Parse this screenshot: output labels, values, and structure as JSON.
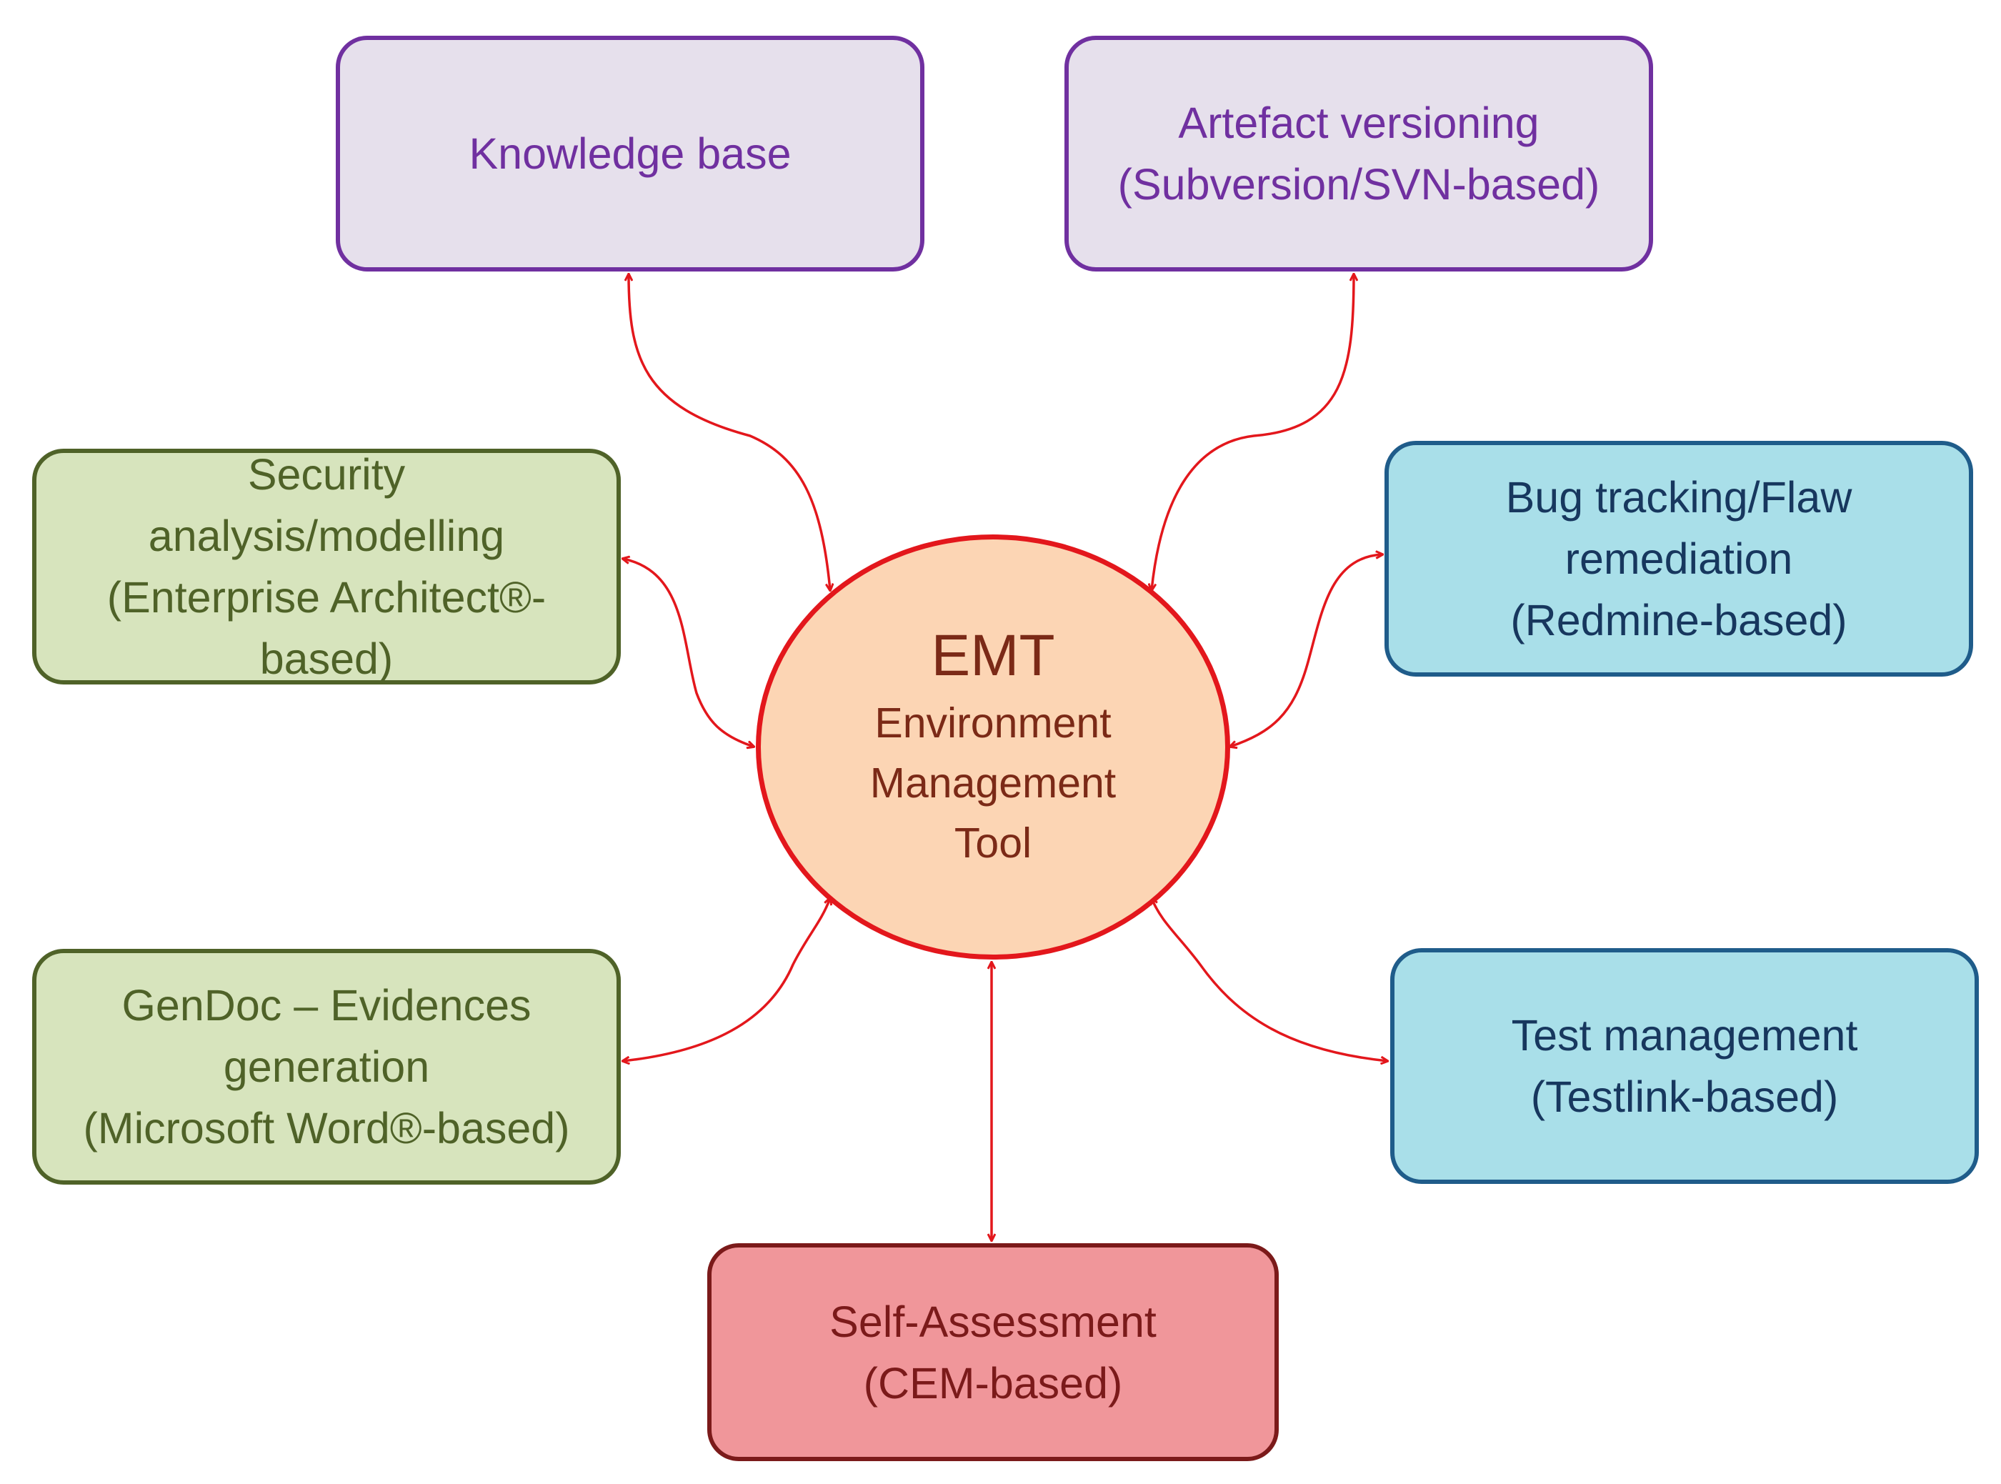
{
  "hub": {
    "title": "EMT",
    "lines": [
      "Environment",
      "Management",
      "Tool"
    ]
  },
  "nodes": {
    "knowledge_base": {
      "lines": [
        "Knowledge base"
      ]
    },
    "artefact_versioning": {
      "lines": [
        "Artefact versioning",
        "(Subversion/SVN-based)"
      ]
    },
    "security_analysis": {
      "lines": [
        "Security",
        "analysis/modelling",
        "(Enterprise Architect®-",
        "based)"
      ]
    },
    "gendoc": {
      "lines": [
        "GenDoc – Evidences",
        "generation",
        "(Microsoft Word®-based)"
      ]
    },
    "bug_tracking": {
      "lines": [
        "Bug tracking/Flaw",
        "remediation",
        "(Redmine-based)"
      ]
    },
    "test_management": {
      "lines": [
        "Test management",
        "(Testlink-based)"
      ]
    },
    "self_assessment": {
      "lines": [
        "Self-Assessment",
        "(CEM-based)"
      ]
    }
  },
  "colors": {
    "connector": "#e3171c",
    "purple": "#7030a0",
    "green": "#4f6228",
    "blue": "#17375e",
    "maroon": "#7b1a1a",
    "hub_fill": "#fcd5b4"
  }
}
